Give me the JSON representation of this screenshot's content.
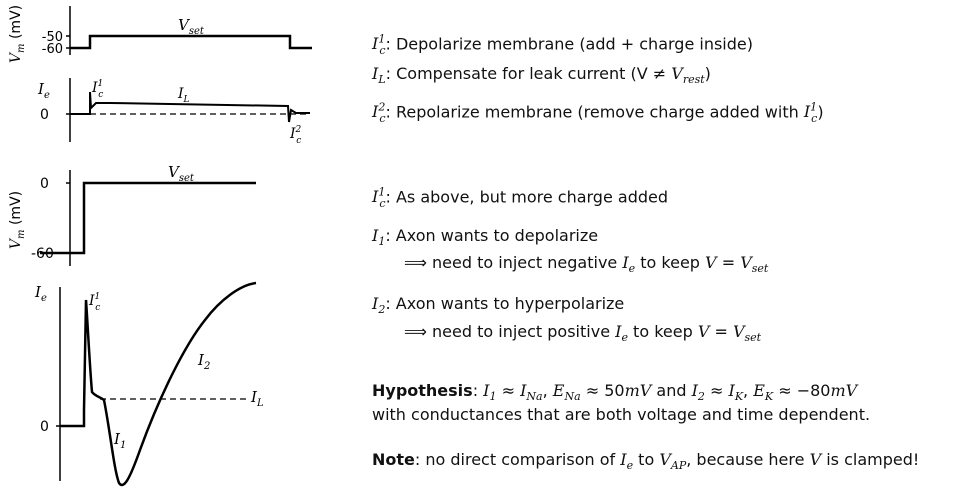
{
  "top": {
    "vm": {
      "ylabel": "V_m (mV)",
      "ticks": [
        "-50",
        "-60"
      ],
      "vset_label": "V_set"
    },
    "ie": {
      "ylabel": "I_e",
      "tick_zero": "0",
      "labels": {
        "ic1": "I_c^1",
        "il": "I_L",
        "ic2": "I_c^2"
      }
    }
  },
  "bottom": {
    "vm": {
      "ylabel": "V_m (mV)",
      "ticks": [
        "0",
        "-60"
      ],
      "vset_label": "V_set"
    },
    "ie": {
      "ylabel": "I_e",
      "tick_zero": "0",
      "labels": {
        "ic1": "I_c^1",
        "i2": "I_2",
        "il": "I_L",
        "i1": "I_1"
      }
    }
  },
  "text": {
    "line1": "I_c^1: Depolarize membrane (add + charge inside)",
    "line2": "I_L: Compensate for leak current (V ≠ V_rest)",
    "line3": "I_c^2: Repolarize membrane (remove charge added with I_c^1)",
    "line4": "I_c^1: As above, but more charge added",
    "line5": "I_1: Axon wants to depolarize",
    "line6": "⟹ need to inject negative I_e to keep V = V_set",
    "line7": "I_2: Axon wants to hyperpolarize",
    "line8": "⟹ need to inject positive I_e to keep V = V_set",
    "hypothesis_label": "Hypothesis",
    "line9": ": I_1 ≈ I_Na, E_Na ≈ 50mV and I_2 ≈ I_K, E_K ≈ −80mV",
    "line10": "with conductances that are both voltage and time dependent.",
    "note_label": "Note",
    "line11": ": no direct comparison of I_e to V_AP, because here V is clamped!"
  }
}
